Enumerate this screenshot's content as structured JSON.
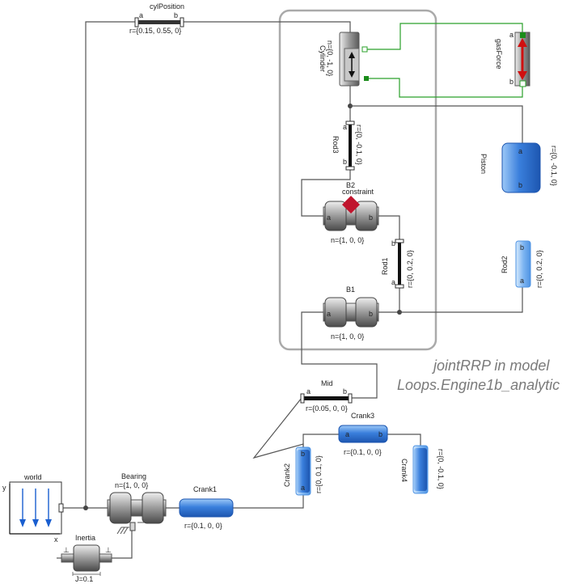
{
  "title": {
    "line1": "jointRRP in model",
    "line2": "Loops.Engine1b_analytic"
  },
  "colors": {
    "body_blue": "#3a7fdc",
    "body_light_blue": "#7fb6f2",
    "wire": "#555555",
    "signal_green": "#2aa02a",
    "force_red": "#d01010",
    "frame": "#aaaaaa"
  },
  "components": {
    "cylPosition": {
      "name": "cylPosition",
      "param": "r={0.15, 0.55, 0}",
      "port_a": "a",
      "port_b": "b"
    },
    "cylinder": {
      "name": "Cylinder",
      "param": "n={0, -1, 0}"
    },
    "gasForce": {
      "name": "gasForce",
      "port_a": "a",
      "port_b": "b"
    },
    "rod3": {
      "name": "Rod3",
      "param": "r={0, -0.1, 0}",
      "port_a": "a",
      "port_b": "b"
    },
    "piston": {
      "name": "Piston",
      "param": "r={0, -0.1, 0}",
      "port_a": "a",
      "port_b": "b"
    },
    "b2": {
      "name": "B2",
      "param": "n={1, 0, 0}",
      "badge": "constraint",
      "port_a": "a",
      "port_b": "b"
    },
    "rod1": {
      "name": "Rod1",
      "param": "r={0, 0.2, 0}",
      "port_a": "a",
      "port_b": "b"
    },
    "rod2": {
      "name": "Rod2",
      "param": "r={0, 0.2, 0}",
      "port_a": "a",
      "port_b": "b"
    },
    "b1": {
      "name": "B1",
      "param": "n={1, 0, 0}",
      "port_a": "a",
      "port_b": "b"
    },
    "mid": {
      "name": "Mid",
      "param": "r={0.05, 0, 0}",
      "port_a": "a",
      "port_b": "b"
    },
    "crank3": {
      "name": "Crank3",
      "param": "r={0.1, 0, 0}",
      "port_a": "a",
      "port_b": "b"
    },
    "crank2": {
      "name": "Crank2",
      "param": "r={0, 0.1, 0}",
      "port_a": "a",
      "port_b": "b"
    },
    "crank4": {
      "name": "Crank4",
      "param": "r={0, -0.1, 0}"
    },
    "world": {
      "name": "world",
      "axis_x": "x",
      "axis_y": "y"
    },
    "bearing": {
      "name": "Bearing",
      "param": "n={1, 0, 0}"
    },
    "crank1": {
      "name": "Crank1",
      "param": "r={0.1, 0, 0}"
    },
    "inertia": {
      "name": "Inertia",
      "param": "J=0.1"
    }
  }
}
